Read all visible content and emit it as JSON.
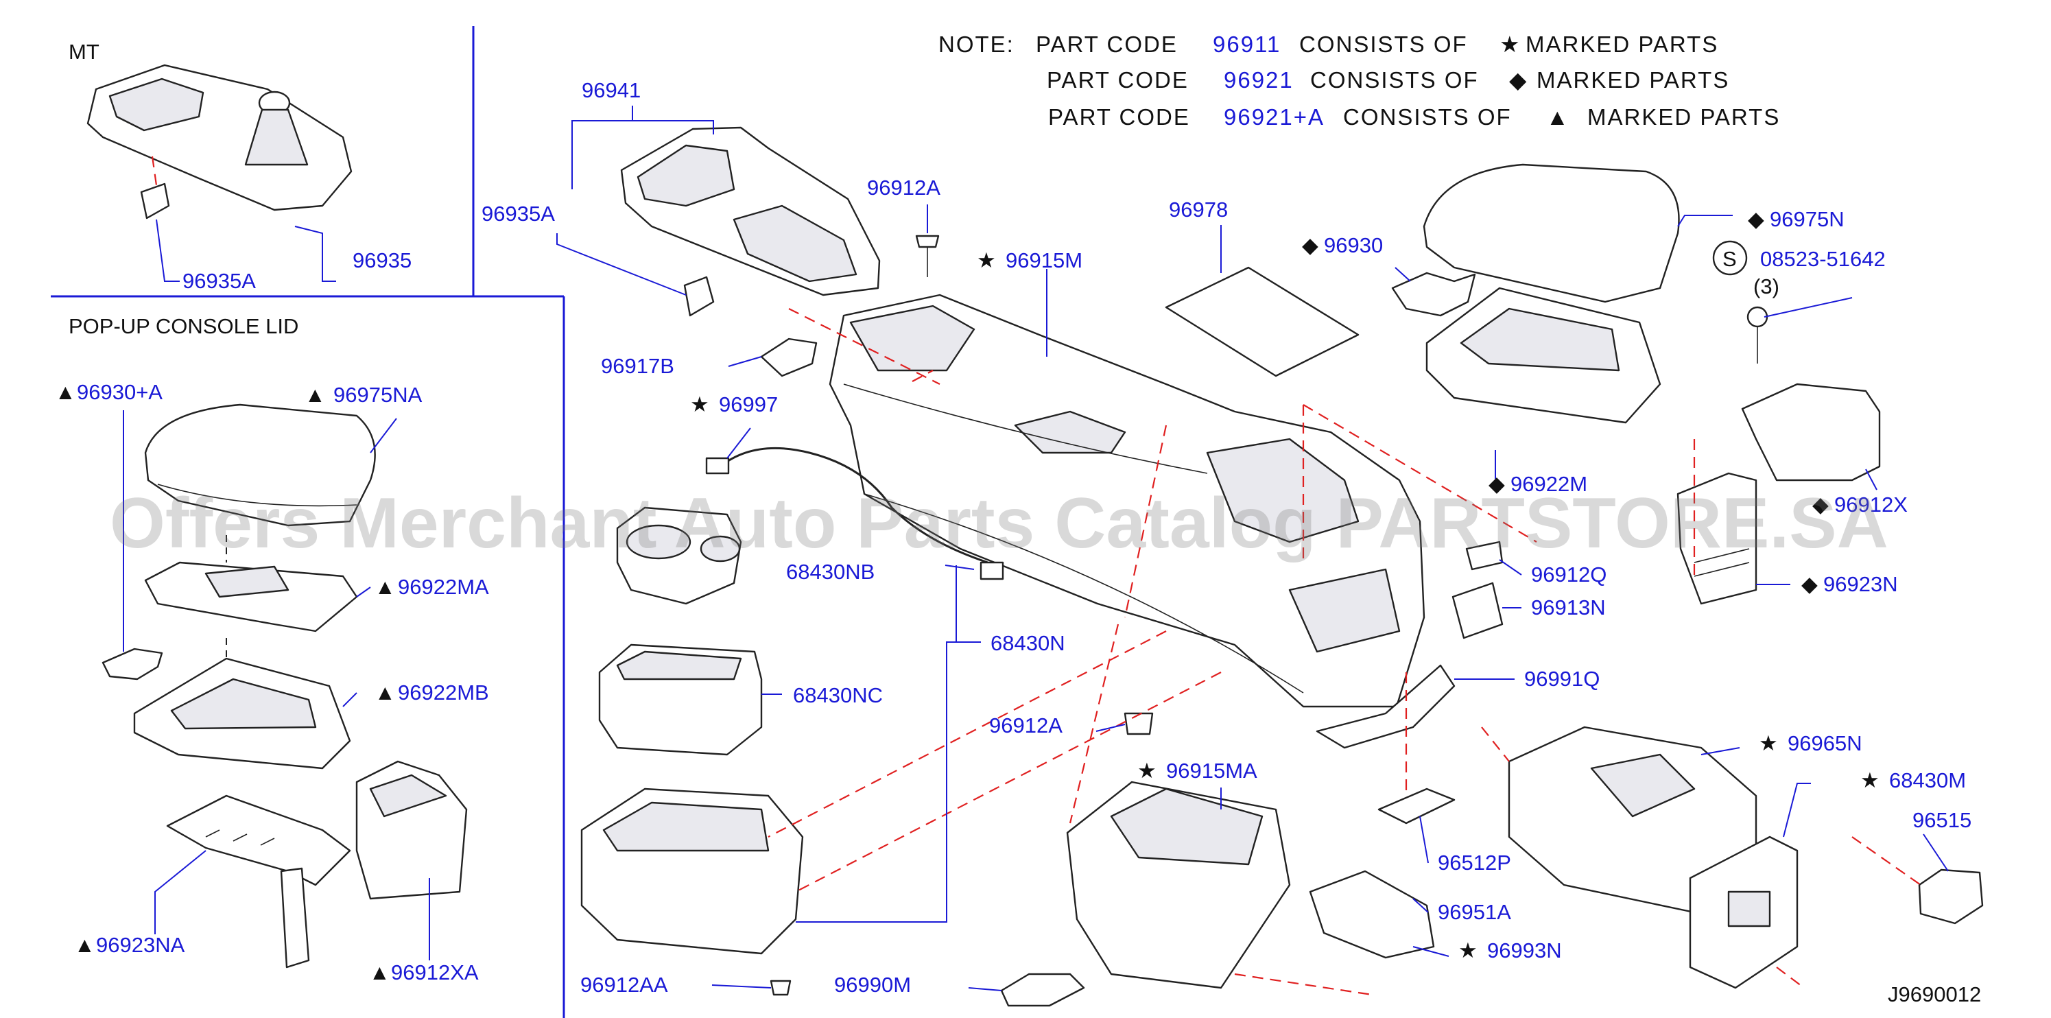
{
  "diagram_code": "J9690012",
  "watermark": "Offers Merchant Auto Parts Catalog PARTSTORE.SA",
  "notes": [
    {
      "prefix": "NOTE:",
      "part": "PART CODE",
      "code": "96911",
      "consists": "CONSISTS OF",
      "symbol": "★",
      "marked": "MARKED PARTS"
    },
    {
      "prefix": "",
      "part": "PART CODE",
      "code": "96921",
      "consists": "CONSISTS OF",
      "symbol": "◆",
      "marked": "MARKED PARTS"
    },
    {
      "prefix": "",
      "part": "PART CODE",
      "code": "96921+A",
      "consists": "CONSISTS OF",
      "symbol": "▲",
      "marked": "MARKED PARTS"
    }
  ],
  "inset_titles": {
    "mt": "MT",
    "popup": "POP-UP CONSOLE LID"
  },
  "screw_callout": {
    "symbol": "S",
    "qty": "(3)"
  },
  "labels": {
    "l96941": "96941",
    "l96935A_main": "96935A",
    "l96917B": "96917B",
    "l96912A_top": "96912A",
    "l96915M": "96915M",
    "l96978": "96978",
    "l96930": "96930",
    "l96975N": "96975N",
    "l08523": "08523-51642",
    "l96997": "96997",
    "l68430NB": "68430NB",
    "l68430N": "68430N",
    "l68430NC": "68430NC",
    "l96922M": "96922M",
    "l96912X": "96912X",
    "l96912Q": "96912Q",
    "l96923N": "96923N",
    "l96913N": "96913N",
    "l96991Q": "96991Q",
    "l96912A_mid": "96912A",
    "l96915MA": "96915MA",
    "l96965N": "96965N",
    "l68430M": "68430M",
    "l96515": "96515",
    "l96512P": "96512P",
    "l96951A": "96951A",
    "l96993N": "96993N",
    "l96912AA": "96912AA",
    "l96990M": "96990M",
    "l96935A_mt": "96935A",
    "l96935_mt": "96935",
    "l96930A": "96930+A",
    "l96975NA": "96975NA",
    "l96922MA": "96922MA",
    "l96922MB": "96922MB",
    "l96923NA": "96923NA",
    "l96912XA": "96912XA"
  },
  "markers": {
    "l96915M": "★",
    "l96930": "◆",
    "l96975N": "◆",
    "l96997": "★",
    "l96922M": "◆",
    "l96912X": "◆",
    "l96923N": "◆",
    "l96915MA": "★",
    "l96965N": "★",
    "l68430M": "★",
    "l96993N": "★",
    "l96930A": "▲",
    "l96975NA": "▲",
    "l96922MA": "▲",
    "l96922MB": "▲",
    "l96923NA": "▲",
    "l96912XA": "▲"
  },
  "colors": {
    "label_blue": "#1a1ad6",
    "dash_red": "#e02020",
    "line_black": "#222222"
  }
}
